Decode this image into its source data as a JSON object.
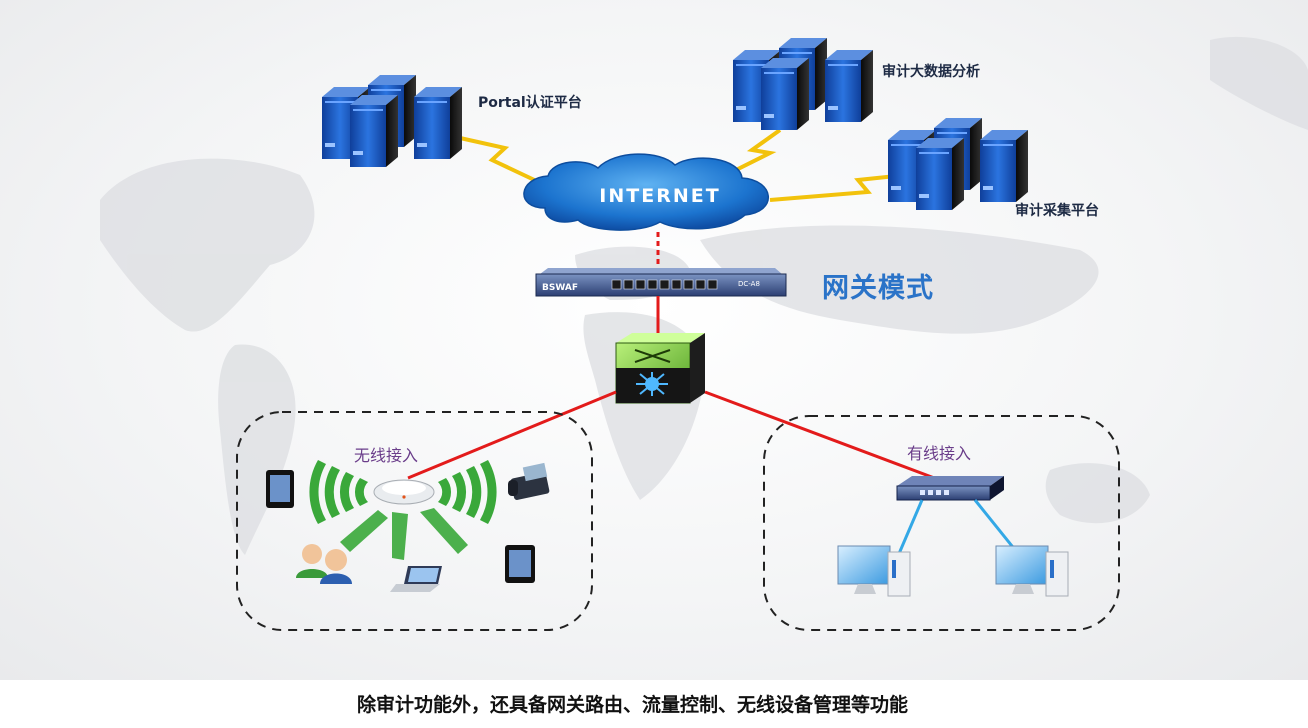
{
  "servers": {
    "portal": {
      "label": "Portal认证平台"
    },
    "bigdata": {
      "label": "审计大数据分析"
    },
    "collect": {
      "label": "审计采集平台"
    }
  },
  "internet": {
    "label": "INTERNET"
  },
  "gateway": {
    "title": "网关模式",
    "brand": "BSWAF",
    "model": "DC-A8"
  },
  "zones": {
    "wireless": {
      "title": "无线接入"
    },
    "wired": {
      "title": "有线接入"
    }
  },
  "caption": "除审计功能外，还具备网关路由、流量控制、无线设备管理等功能",
  "colors": {
    "server_blue": "#1e5fc8",
    "cloud_blue": "#2d7fd6",
    "link_red": "#e31b1b",
    "lightning": "#f2c20c",
    "signal_green": "#3aa83a",
    "title_blue": "#2a73c8"
  }
}
